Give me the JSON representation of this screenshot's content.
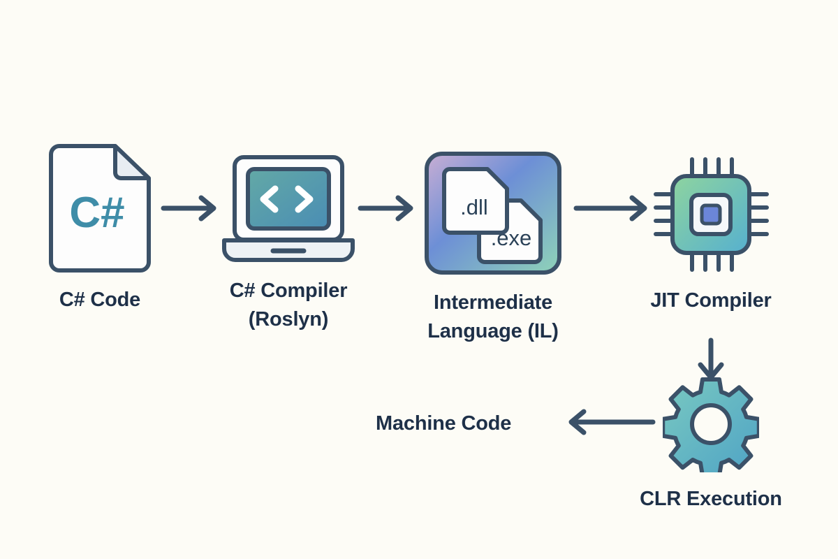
{
  "canvas": {
    "background_color": "#fdfcf6",
    "title": "C# Compilation Pipeline Diagram"
  },
  "theme": {
    "stroke_color": "#3b5168",
    "text_color": "#1e3048",
    "accent_teal": "#3f8da8",
    "laptop_screen_from": "#63a9a6",
    "laptop_screen_to": "#4a8db4",
    "il_gradient_from": "#c9aed4",
    "il_gradient_mid": "#6d8fd6",
    "il_gradient_to": "#8fd3b8",
    "chip_gradient_from": "#8ed49f",
    "chip_gradient_to": "#56b0cf",
    "chip_core_color": "#6b86d8",
    "gear_gradient_from": "#79c9c0",
    "gear_gradient_to": "#4fa3c6",
    "paper_fill": "#fdfdfd",
    "fold_fill": "#e8edf2"
  },
  "nodes": [
    {
      "id": "csharp-code",
      "icon": "document-csharp-icon",
      "glyph_text": "C#",
      "label": "C# Code"
    },
    {
      "id": "csharp-compiler",
      "icon": "laptop-code-icon",
      "label": "C# Compiler\n(Roslyn)"
    },
    {
      "id": "intermediate-language",
      "icon": "assembly-files-icon",
      "file_labels": [
        ".dll",
        ".exe"
      ],
      "label": "Intermediate\nLanguage (IL)"
    },
    {
      "id": "jit-compiler",
      "icon": "cpu-chip-icon",
      "label": "JIT Compiler"
    },
    {
      "id": "clr-execution",
      "icon": "gear-icon",
      "label": "CLR Execution"
    }
  ],
  "free_labels": [
    {
      "id": "machine-code",
      "text": "Machine Code"
    }
  ],
  "arrows": [
    {
      "id": "arrow-code-to-compiler",
      "direction": "right"
    },
    {
      "id": "arrow-compiler-to-il",
      "direction": "right"
    },
    {
      "id": "arrow-il-to-jit",
      "direction": "right"
    },
    {
      "id": "arrow-jit-to-clr",
      "direction": "down"
    },
    {
      "id": "arrow-clr-to-machine-code",
      "direction": "left"
    }
  ]
}
